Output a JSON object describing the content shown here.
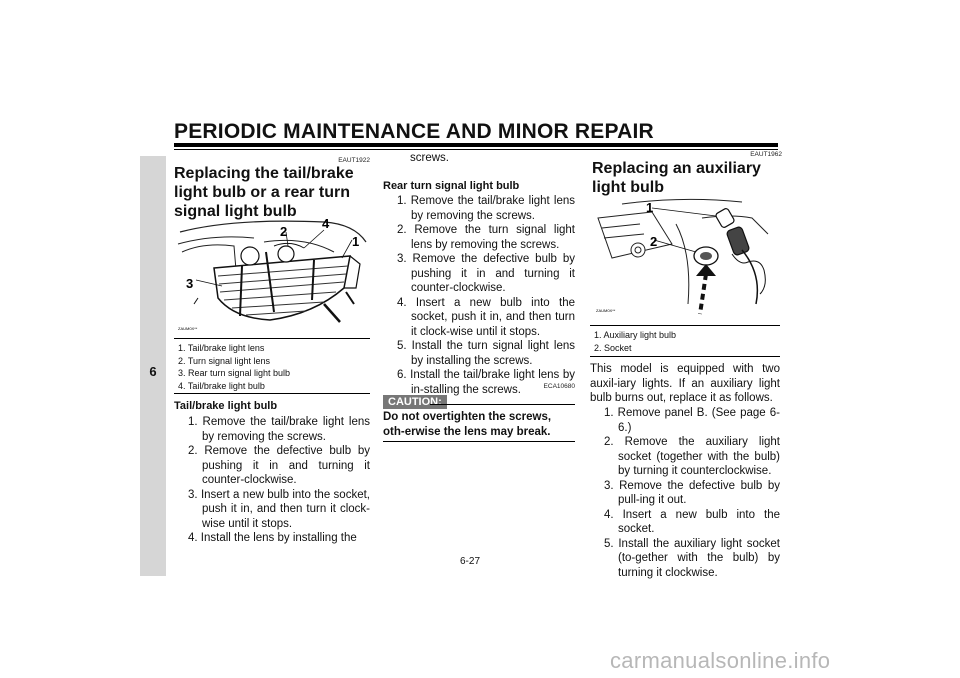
{
  "header": {
    "title": "PERIODIC MAINTENANCE AND MINOR REPAIR"
  },
  "chapter_tab": "6",
  "col1": {
    "code": "EAUT1922",
    "heading": "Replacing the tail/brake light bulb or a rear turn signal light bulb",
    "figure_code": "ZAUM0X**",
    "callouts": [
      "1",
      "2",
      "3",
      "4"
    ],
    "captions": [
      "1. Tail/brake light lens",
      "2. Turn signal light lens",
      "3. Rear turn signal light bulb",
      "4. Tail/brake light bulb"
    ],
    "subheading": "Tail/brake light bulb",
    "steps": [
      "1. Remove the tail/brake light lens by removing the screws.",
      "2. Remove the defective bulb by pushing it in and turning it counter-clockwise.",
      "3. Insert a new bulb into the socket, push it in, and then turn it clock-wise until it stops.",
      "4. Install the lens by installing the"
    ]
  },
  "col2": {
    "continued": "screws.",
    "subheading": "Rear turn signal light bulb",
    "steps": [
      "1. Remove the tail/brake light lens by removing the screws.",
      "2. Remove the turn signal light lens by removing the screws.",
      "3. Remove the defective bulb by pushing it in and turning it counter-clockwise.",
      "4. Insert a new bulb into the socket, push it in, and then turn it clock-wise until it stops.",
      "5. Install the turn signal light lens by installing the screws.",
      "6. Install the tail/brake light lens by in-stalling the screws."
    ],
    "caution_code": "ECA10680",
    "caution_label": "CAUTION:",
    "caution_text": "Do not overtighten the screws, oth-erwise the lens may break."
  },
  "col3": {
    "code": "EAUT1962",
    "heading": "Replacing an auxiliary light bulb",
    "figure_code": "ZAUM0X**",
    "callouts": [
      "1",
      "2"
    ],
    "captions": [
      "1. Auxiliary light bulb",
      "2. Socket"
    ],
    "intro": "This model is equipped with two auxil-iary lights. If an auxiliary light bulb burns out, replace it as follows.",
    "steps": [
      "1. Remove panel B. (See page 6-6.)",
      "2. Remove the auxiliary light socket (together with the bulb) by turning it counterclockwise.",
      "3. Remove the defective bulb by pull-ing it out.",
      "4. Insert a new bulb into the socket.",
      "5. Install the auxiliary light socket (to-gether with the bulb) by turning it clockwise."
    ]
  },
  "footer": {
    "page_number": "6-27"
  },
  "watermark": "carmanualsonline.info"
}
